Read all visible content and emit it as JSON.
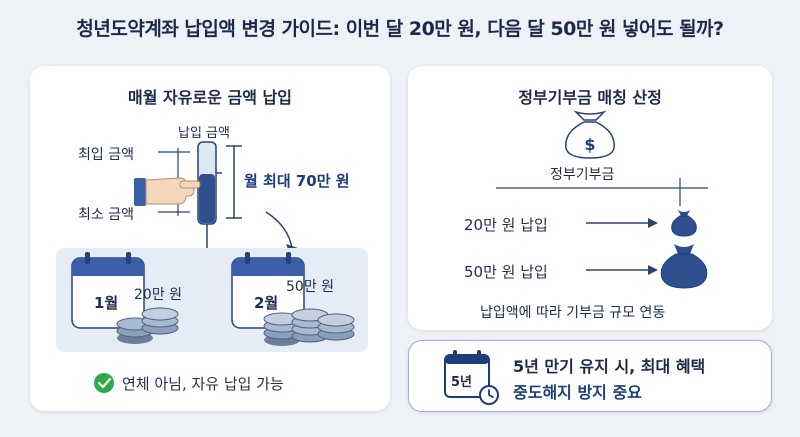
{
  "title": "청년도약계좌 납입액 변경 가이드: 이번 달 20만 원, 다음 달 50만 원 넣어도 될까?",
  "left": {
    "title": "매월 자유로운 금액 납입",
    "gauge_label": "납입 금액",
    "max_label": "최입 금액",
    "min_label": "최소 금액",
    "range_label": "월 최대 70만 원",
    "month1": {
      "label": "1월",
      "amount": "20만 원"
    },
    "month2": {
      "label": "2월",
      "amount": "50만 원"
    },
    "note": "연체 아님, 자유 납입 가능"
  },
  "right": {
    "title": "정부기부금 매칭 산정",
    "bag_label": "정부기부금",
    "row1": "20만 원 납입",
    "row2": "50만 원 납입",
    "caption": "납입액에 따라 기부금 규모 연동"
  },
  "tip": {
    "icon_text": "5년",
    "line1": "5년 만기 유지 시, 최대 혜택",
    "line2": "중도해지 방지 중요"
  },
  "colors": {
    "navy": "#1d3d7a",
    "accent": "#3a5fa8",
    "green": "#2eaa4a",
    "panel": "#e6ecf6"
  }
}
